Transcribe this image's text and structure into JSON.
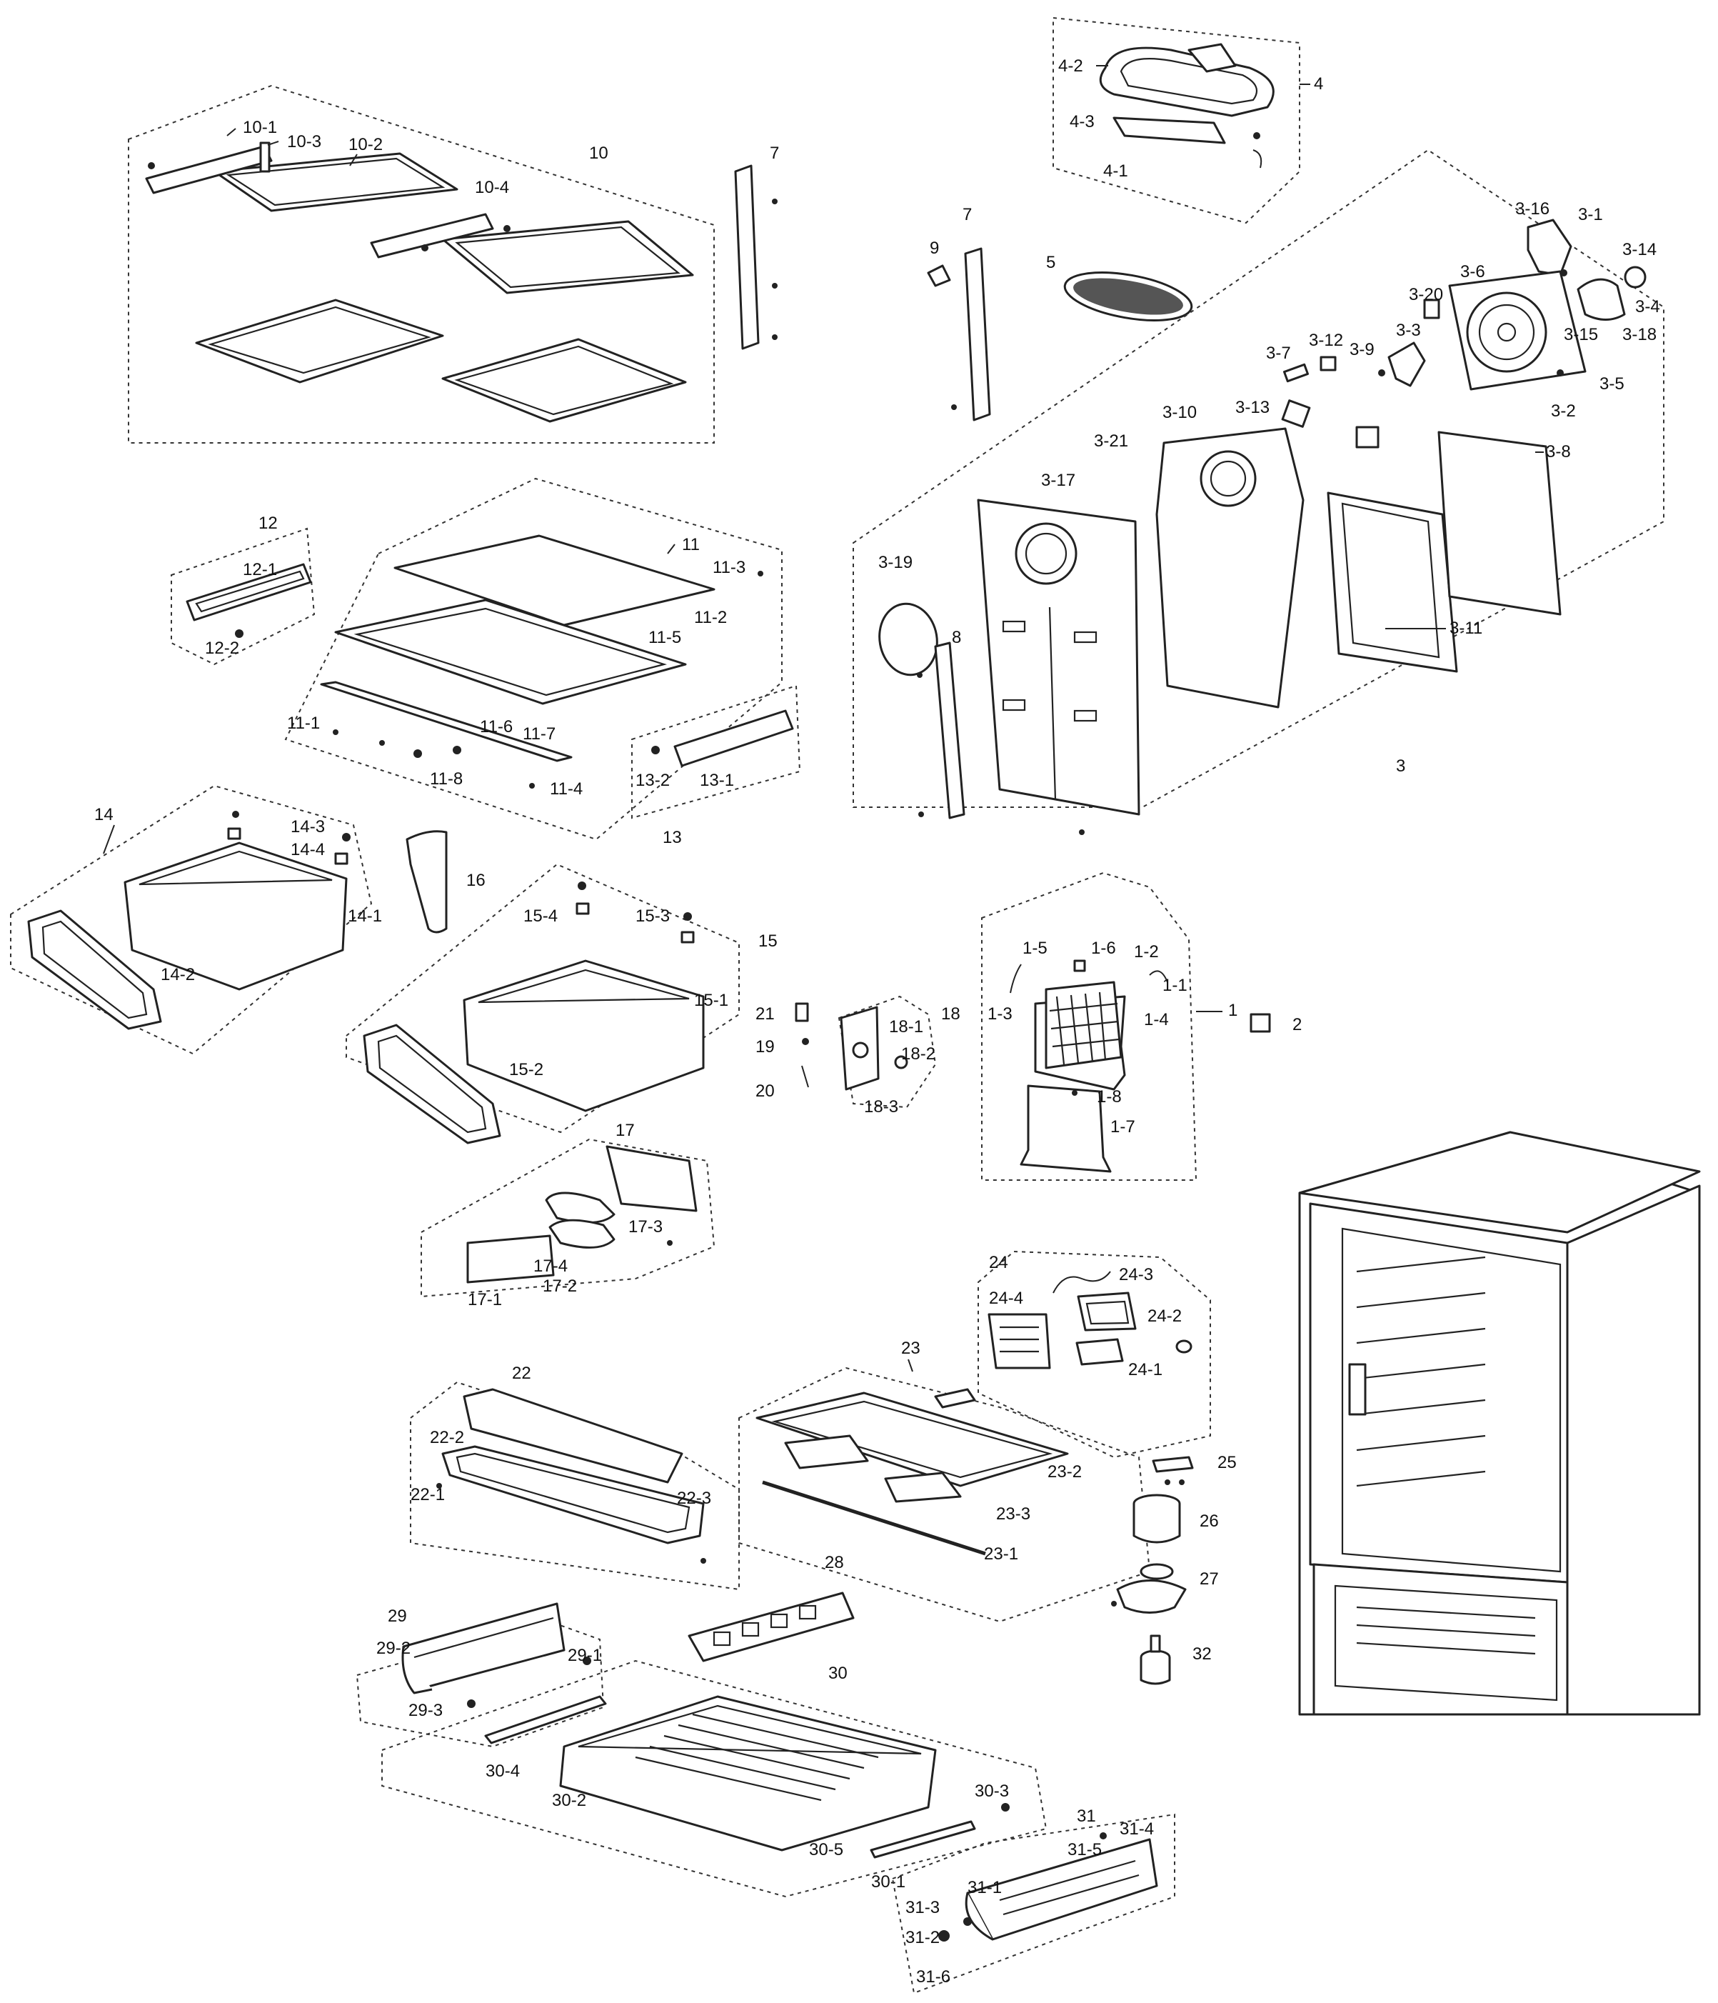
{
  "groups": [
    {
      "id": "10",
      "label": "10",
      "parts": [
        "10-1",
        "10-2",
        "10-3",
        "10-4"
      ]
    },
    {
      "id": "7",
      "label": "7",
      "parts": []
    },
    {
      "id": "4",
      "label": "4",
      "parts": [
        "4-1",
        "4-2",
        "4-3"
      ]
    },
    {
      "id": "3",
      "label": "3",
      "parts": [
        "3-1",
        "3-2",
        "3-3",
        "3-4",
        "3-5",
        "3-6",
        "3-7",
        "3-8",
        "3-9",
        "3-10",
        "3-11",
        "3-12",
        "3-13",
        "3-14",
        "3-15",
        "3-16",
        "3-17",
        "3-18",
        "3-19",
        "3-20",
        "3-21"
      ]
    },
    {
      "id": "11",
      "label": "11",
      "parts": [
        "11-1",
        "11-2",
        "11-3",
        "11-4",
        "11-5",
        "11-6",
        "11-7",
        "11-8"
      ]
    },
    {
      "id": "12",
      "label": "12",
      "parts": [
        "12-1",
        "12-2"
      ]
    },
    {
      "id": "13",
      "label": "13",
      "parts": [
        "13-1",
        "13-2"
      ]
    },
    {
      "id": "14",
      "label": "14",
      "parts": [
        "14-1",
        "14-2",
        "14-3",
        "14-4"
      ]
    },
    {
      "id": "15",
      "label": "15",
      "parts": [
        "15-1",
        "15-2",
        "15-3",
        "15-4"
      ]
    },
    {
      "id": "1",
      "label": "1",
      "parts": [
        "1-1",
        "1-2",
        "1-3",
        "1-4",
        "1-5",
        "1-6",
        "1-7",
        "1-8"
      ]
    },
    {
      "id": "17",
      "label": "17",
      "parts": [
        "17-1",
        "17-2",
        "17-3",
        "17-4"
      ]
    },
    {
      "id": "18",
      "label": "18",
      "parts": [
        "18-1",
        "18-2",
        "18-3"
      ]
    },
    {
      "id": "24",
      "label": "24",
      "parts": [
        "24-1",
        "24-2",
        "24-3",
        "24-4"
      ]
    },
    {
      "id": "23",
      "label": "23",
      "parts": [
        "23-1",
        "23-2",
        "23-3"
      ]
    },
    {
      "id": "22",
      "label": "22",
      "parts": [
        "22-1",
        "22-2",
        "22-3"
      ]
    },
    {
      "id": "29",
      "label": "29",
      "parts": [
        "29-1",
        "29-2",
        "29-3"
      ]
    },
    {
      "id": "30",
      "label": "30",
      "parts": [
        "30-1",
        "30-2",
        "30-3",
        "30-4",
        "30-5"
      ]
    },
    {
      "id": "31",
      "label": "31",
      "parts": [
        "31-1",
        "31-2",
        "31-3",
        "31-4",
        "31-5",
        "31-6"
      ]
    }
  ],
  "labels": {
    "g10": "10",
    "p10_1": "10-1",
    "p10_2": "10-2",
    "p10_3": "10-3",
    "p10_4": "10-4",
    "g7a": "7",
    "g7b": "7",
    "g9": "9",
    "g5": "5",
    "g4": "4",
    "p4_1": "4-1",
    "p4_2": "4-2",
    "p4_3": "4-3",
    "p3_1": "3-1",
    "p3_2": "3-2",
    "p3_3": "3-3",
    "p3_4": "3-4",
    "p3_5": "3-5",
    "p3_6": "3-6",
    "p3_7": "3-7",
    "p3_8": "3-8",
    "p3_9": "3-9",
    "p3_10": "3-10",
    "p3_11": "3-11",
    "p3_12": "3-12",
    "p3_13": "3-13",
    "p3_14": "3-14",
    "p3_15": "3-15",
    "p3_16": "3-16",
    "p3_17": "3-17",
    "p3_18": "3-18",
    "p3_19": "3-19",
    "p3_20": "3-20",
    "p3_21": "3-21",
    "g3": "3",
    "g8": "8",
    "g11": "11",
    "p11_1": "11-1",
    "p11_2": "11-2",
    "p11_3": "11-3",
    "p11_4": "11-4",
    "p11_5": "11-5",
    "p11_6": "11-6",
    "p11_7": "11-7",
    "p11_8": "11-8",
    "g12": "12",
    "p12_1": "12-1",
    "p12_2": "12-2",
    "g13": "13",
    "p13_1": "13-1",
    "p13_2": "13-2",
    "g14": "14",
    "p14_1": "14-1",
    "p14_2": "14-2",
    "p14_3": "14-3",
    "p14_4": "14-4",
    "g16": "16",
    "g15": "15",
    "p15_1": "15-1",
    "p15_2": "15-2",
    "p15_3": "15-3",
    "p15_4": "15-4",
    "g1": "1",
    "p1_1": "1-1",
    "p1_2": "1-2",
    "p1_3": "1-3",
    "p1_4": "1-4",
    "p1_5": "1-5",
    "p1_6": "1-6",
    "p1_7": "1-7",
    "p1_8": "1-8",
    "g2": "2",
    "g21": "21",
    "g19": "19",
    "g20": "20",
    "g18": "18",
    "p18_1": "18-1",
    "p18_2": "18-2",
    "p18_3": "18-3",
    "g17": "17",
    "p17_1": "17-1",
    "p17_2": "17-2",
    "p17_3": "17-3",
    "p17_4": "17-4",
    "g24": "24",
    "p24_1": "24-1",
    "p24_2": "24-2",
    "p24_3": "24-3",
    "p24_4": "24-4",
    "g23": "23",
    "p23_1": "23-1",
    "p23_2": "23-2",
    "p23_3": "23-3",
    "g22": "22",
    "p22_1": "22-1",
    "p22_2": "22-2",
    "p22_3": "22-3",
    "g25": "25",
    "g26": "26",
    "g27": "27",
    "g32": "32",
    "g28": "28",
    "g29": "29",
    "p29_1": "29-1",
    "p29_2": "29-2",
    "p29_3": "29-3",
    "g30": "30",
    "p30_1": "30-1",
    "p30_2": "30-2",
    "p30_3": "30-3",
    "p30_4": "30-4",
    "p30_5": "30-5",
    "g31": "31",
    "p31_1": "31-1",
    "p31_2": "31-2",
    "p31_3": "31-3",
    "p31_4": "31-4",
    "p31_5": "31-5",
    "p31_6": "31-6"
  }
}
